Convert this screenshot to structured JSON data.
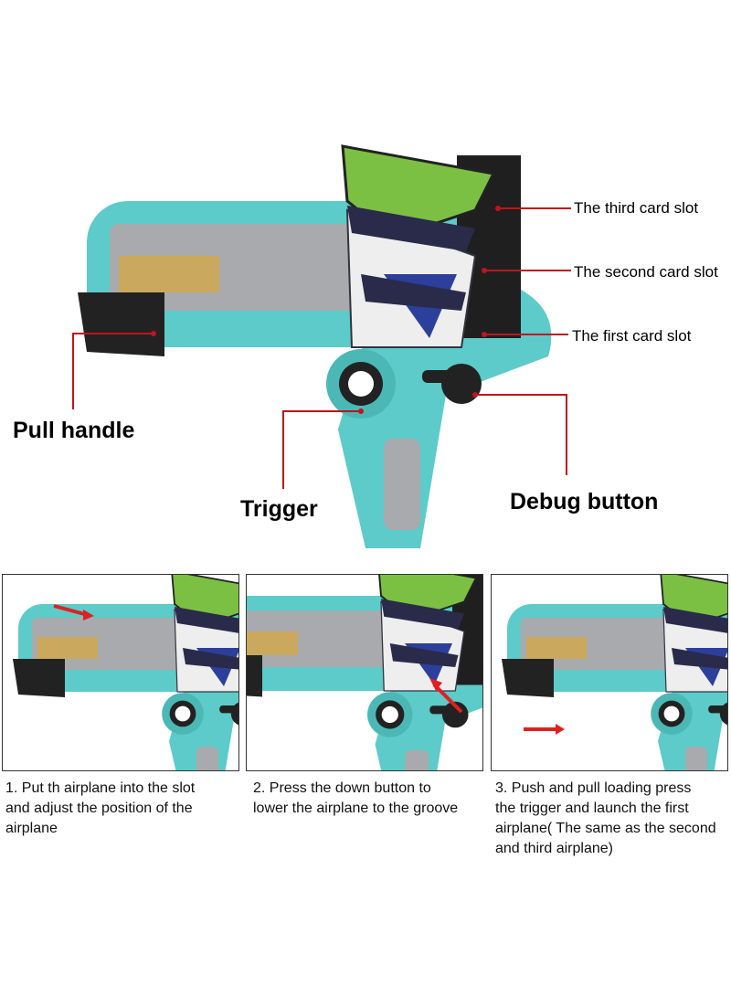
{
  "labels": {
    "third_slot": "The third card slot",
    "second_slot": "The second card slot",
    "first_slot": "The first card slot",
    "pull_handle": "Pull handle",
    "trigger": "Trigger",
    "debug_button": "Debug button"
  },
  "steps": [
    {
      "text": "1. Put th airplane into the slot\n and adjust the position of the\nairplane"
    },
    {
      "text": "2. Press the down button to\nlower the airplane to the groove"
    },
    {
      "text": "3. Push and pull loading press\nthe trigger and launch the first\nairplane( The same as the second\nand third airplane)"
    }
  ],
  "colors": {
    "body": "#5ccbc9",
    "panel": "#a9aaad",
    "rack": "#1f1f1f",
    "leader": "#c0141c",
    "plane": "#7bc043"
  }
}
